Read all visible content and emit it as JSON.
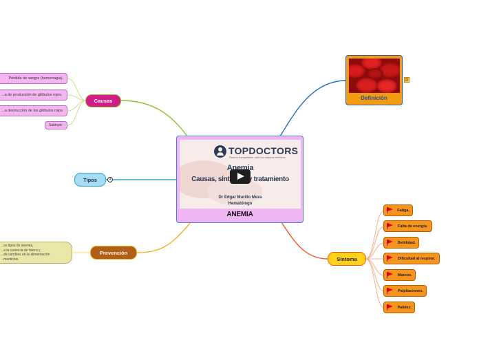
{
  "central": {
    "logo_text": "TOPDOCTORS",
    "tagline": "Para tu tranquilidad, sólo los mejores médicos",
    "video_title": "Anemia",
    "video_subtitle": "Causas, síntomas y tratamiento",
    "doctor_name": "Dr Edgar Murillo Meza",
    "doctor_specialty": "Hematólogo",
    "label": "ANEMIA"
  },
  "definicion": {
    "label": "Definición"
  },
  "causas": {
    "label": "Causas",
    "items": [
      "Pérdida de sangre (hemorragia).",
      "...a de producción de glóbulos rojos.",
      "...a destrucción de los glóbulos rojos",
      "Subtopic"
    ]
  },
  "tipos": {
    "label": "Tipos",
    "badge": "1"
  },
  "prevencion": {
    "label": "Prevención",
    "note_lines": [
      "...os tipos de anemia,",
      "...a la carencia de hierro y",
      "...de cambios en la alimentación",
      "...menticios."
    ]
  },
  "sintoma": {
    "label": "Síntoma",
    "items": [
      "Fatiga.",
      "Falta de energía.",
      "Debilidad.",
      "Dificultad al respirar.",
      "Mareos.",
      "Palpitaciones.",
      "Palidez."
    ]
  },
  "colors": {
    "causas_branch": "#8fbf2c",
    "definicion_branch": "#1f6fc4",
    "tipos_branch": "#2aa7c9",
    "prevencion_branch": "#f0b41a",
    "sintoma_branch": "#f05a28",
    "central_fill": "#f0b6f4"
  }
}
